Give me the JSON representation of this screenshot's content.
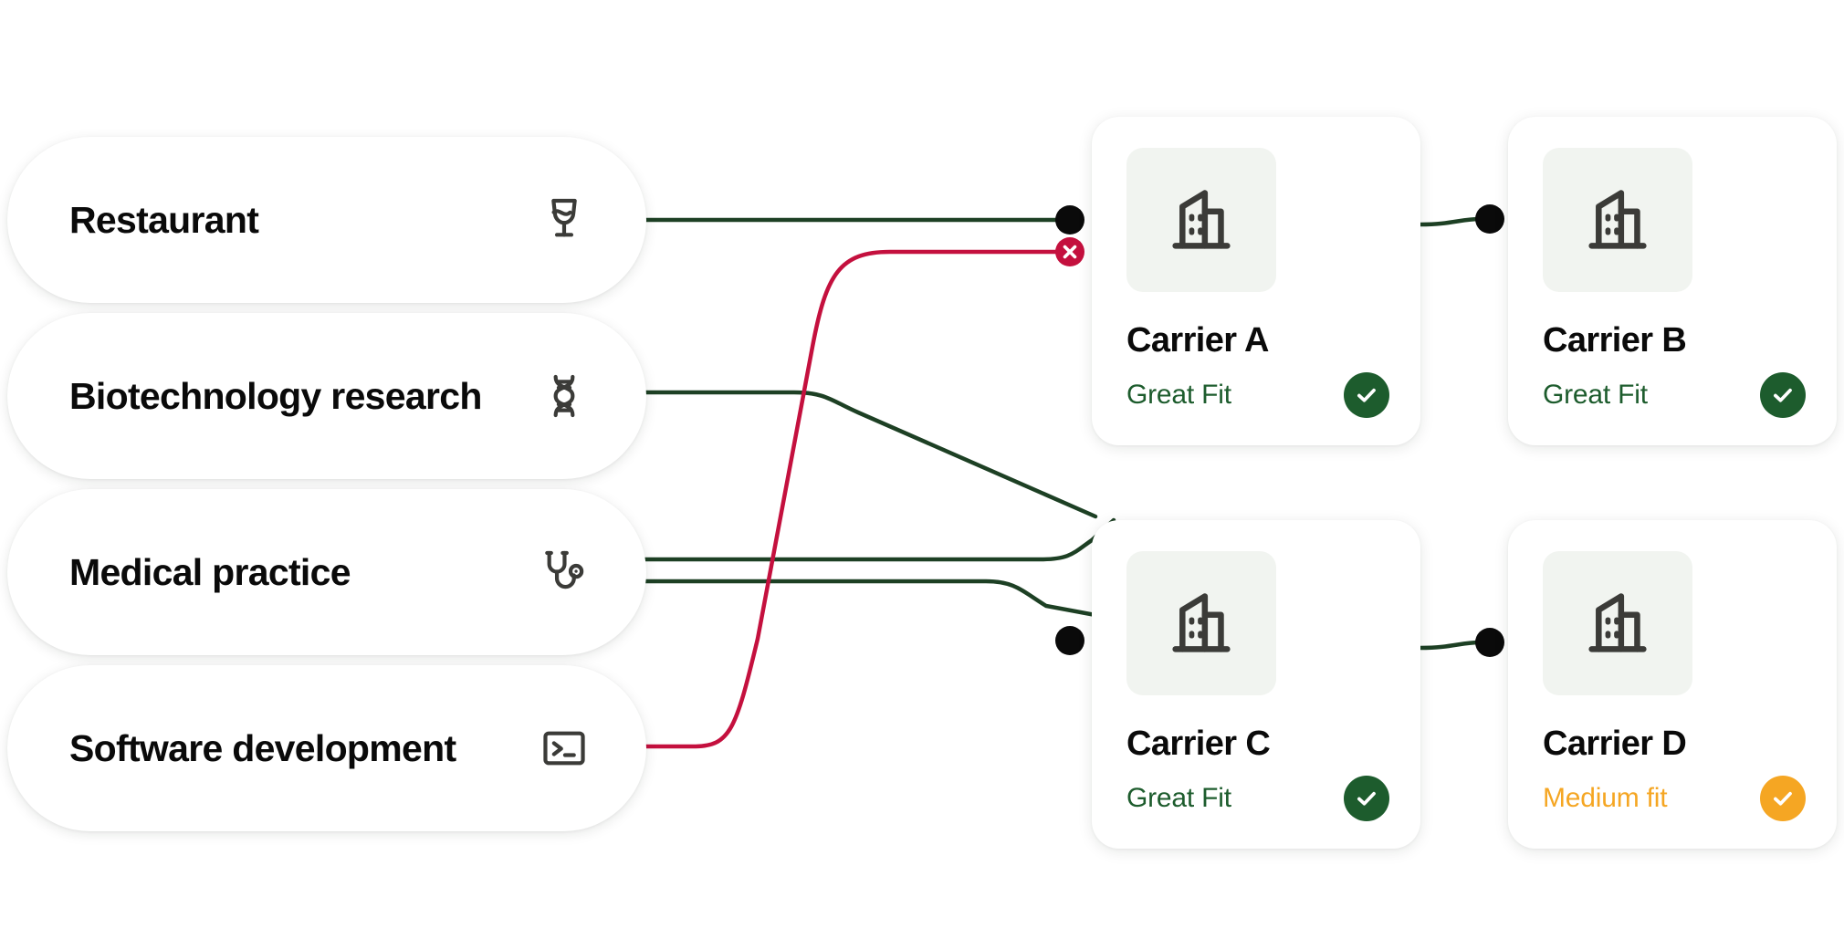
{
  "colors": {
    "line_match": "#1d4024",
    "line_reject": "#c4103e",
    "node_dot": "#0a0a0a",
    "fit_great": "#1d5c2d",
    "fit_medium": "#f5a623",
    "logo_tile_bg": "#f1f4f0",
    "card_bg": "#ffffff",
    "page_bg": "#ffffff",
    "text_primary": "#0a0a0a",
    "icon_stroke": "#3b3b38"
  },
  "industries": [
    {
      "label": "Restaurant",
      "icon": "wine-glass-icon"
    },
    {
      "label": "Biotechnology research",
      "icon": "dna-helix-icon"
    },
    {
      "label": "Medical practice",
      "icon": "stethoscope-icon"
    },
    {
      "label": "Software development",
      "icon": "terminal-icon"
    }
  ],
  "carriers": [
    {
      "id": "a",
      "name": "Carrier A",
      "fit_label": "Great Fit",
      "fit_level": "great",
      "badge_icon": "check-circle-icon",
      "logo_icon": "building-icon"
    },
    {
      "id": "b",
      "name": "Carrier B",
      "fit_label": "Great Fit",
      "fit_level": "great",
      "badge_icon": "check-circle-icon",
      "logo_icon": "building-icon"
    },
    {
      "id": "c",
      "name": "Carrier C",
      "fit_label": "Great Fit",
      "fit_level": "great",
      "badge_icon": "check-circle-icon",
      "logo_icon": "building-icon"
    },
    {
      "id": "d",
      "name": "Carrier D",
      "fit_label": "Medium fit",
      "fit_level": "medium",
      "badge_icon": "check-circle-icon",
      "logo_icon": "building-icon"
    }
  ],
  "connections": [
    {
      "from": "Restaurant",
      "to": "Carrier A",
      "status": "match",
      "endpoint": "dot"
    },
    {
      "from": "Software development",
      "to": "Carrier A",
      "status": "reject",
      "endpoint": "x"
    },
    {
      "from": "Biotechnology research",
      "to": "Carrier C",
      "status": "match",
      "endpoint": "none"
    },
    {
      "from": "Medical practice",
      "to": "Carrier A",
      "status": "match",
      "endpoint": "none"
    },
    {
      "from": "Medical practice",
      "to": "Carrier C",
      "status": "match",
      "endpoint": "dot"
    },
    {
      "from": "Carrier A",
      "to": "Carrier B",
      "status": "match",
      "endpoint": "dot"
    },
    {
      "from": "Carrier C",
      "to": "Carrier D",
      "status": "match",
      "endpoint": "dot"
    }
  ]
}
